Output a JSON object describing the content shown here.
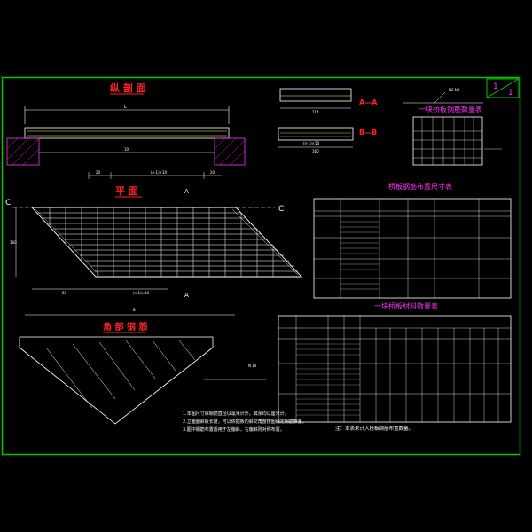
{
  "colors": {
    "background": "#000000",
    "frame": "#00c800",
    "title": "#ff2020",
    "linework": "#ffffff",
    "dimension": "#ffff40",
    "hatch": "#ff30ff",
    "hidden": "#40c0ff"
  },
  "views": {
    "elevation_title": "纵 剖 面",
    "plan_title": "平 面",
    "corner_title": "角 部 钢 筋",
    "section_a": "A—A",
    "section_b": "B—B",
    "cut_c": "C",
    "cut_a": "A",
    "cut_b": "B"
  },
  "tables": {
    "table1_title": "一块桥板钢筋数量表",
    "table2_title": "桥板钢筋布置尺寸表",
    "table3_title": "一块桥板材料数量表"
  },
  "notes": {
    "line1": "1.本图尺寸除钢筋直径以毫米计外，其余均以厘米计。",
    "line2": "2.立面图斜板长度，可以依据板的斜交角度按图确定钢筋数量。",
    "line3": "3.图中钢筋布置适用于左偏斜，右偏斜则对称布置。",
    "table_note": "注：本表未计入搭板钢筋布置数量。"
  },
  "title_block": {
    "sheet_no": "1",
    "sheet_total": "1"
  }
}
